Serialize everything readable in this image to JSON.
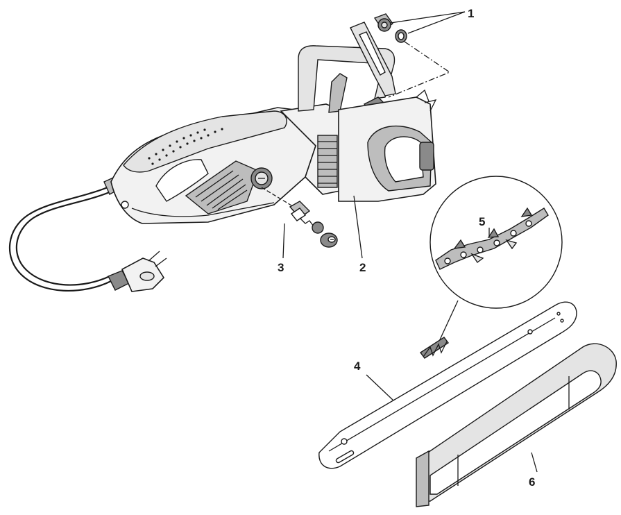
{
  "callouts": {
    "c1": "1",
    "c2": "2",
    "c3": "3",
    "c4": "4",
    "c5": "5",
    "c6": "6"
  },
  "colors": {
    "line": "#1a1a1a",
    "shade_dark": "#8a8a8a",
    "shade_mid": "#bdbdbd",
    "shade_light": "#e4e4e4",
    "background": "#ffffff"
  }
}
